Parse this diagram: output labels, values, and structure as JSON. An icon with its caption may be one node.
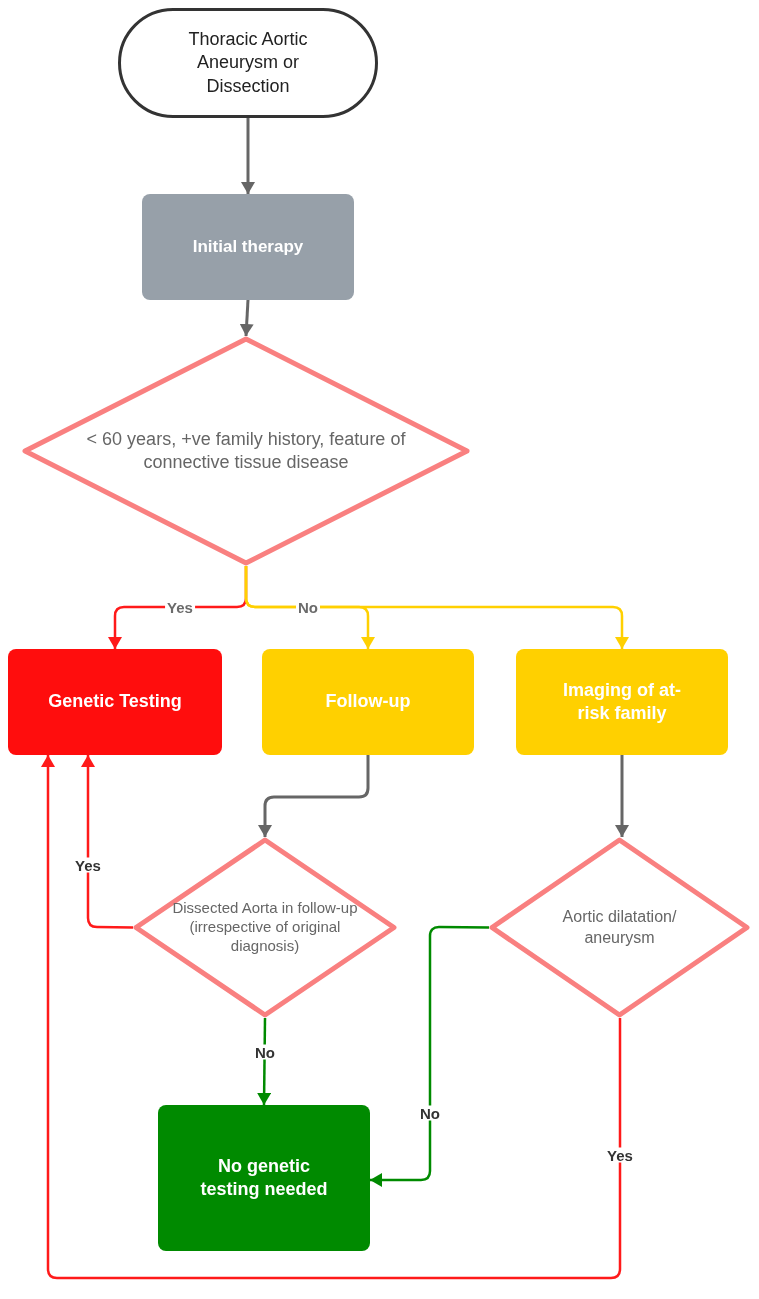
{
  "diagram": {
    "nodes": [
      {
        "text": [
          "Thoracic Aortic Aneurysm or Dissection"
        ]
      },
      {
        "text": [
          "Initial therapy"
        ]
      },
      {
        "text": [
          "< 60 years, +ve family history, feature of connective tissue disease"
        ]
      },
      {
        "text": [
          "Genetic Testing"
        ]
      },
      {
        "text": [
          "Follow-up"
        ]
      },
      {
        "text": [
          "Imaging of at-risk family"
        ]
      },
      {
        "text": [
          "Dissected Aorta in follow-up (irrespective of original diagnosis)"
        ]
      },
      {
        "text": [
          "Aortic dilatation/ aneurysm"
        ]
      },
      {
        "text": [
          "No genetic testing needed"
        ]
      }
    ],
    "edges": [
      {
        "from": 0,
        "to": 1,
        "arrow": "to"
      },
      {
        "from": 1,
        "to": 2,
        "arrow": "to"
      },
      {
        "from": 2,
        "to": 3,
        "arrow": "to",
        "label": "Yes",
        "color": "#ff1a1a"
      },
      {
        "from": 2,
        "to": 4,
        "arrow": "to",
        "label": "No",
        "color": "#ffd000"
      },
      {
        "from": 2,
        "to": 5,
        "arrow": "to",
        "color": "#ffd000"
      },
      {
        "from": 4,
        "to": 6,
        "arrow": "to"
      },
      {
        "from": 5,
        "to": 7,
        "arrow": "to"
      },
      {
        "from": 6,
        "to": 3,
        "arrow": "to",
        "label": "Yes",
        "color": "#ff1a1a"
      },
      {
        "from": 6,
        "to": 8,
        "arrow": "to",
        "label": "No",
        "color": "#008a00"
      },
      {
        "from": 7,
        "to": 8,
        "arrow": "to",
        "label": "No",
        "color": "#008a00"
      },
      {
        "from": 7,
        "to": 3,
        "arrow": "to",
        "label": "Yes",
        "color": "#ff1a1a"
      }
    ]
  }
}
